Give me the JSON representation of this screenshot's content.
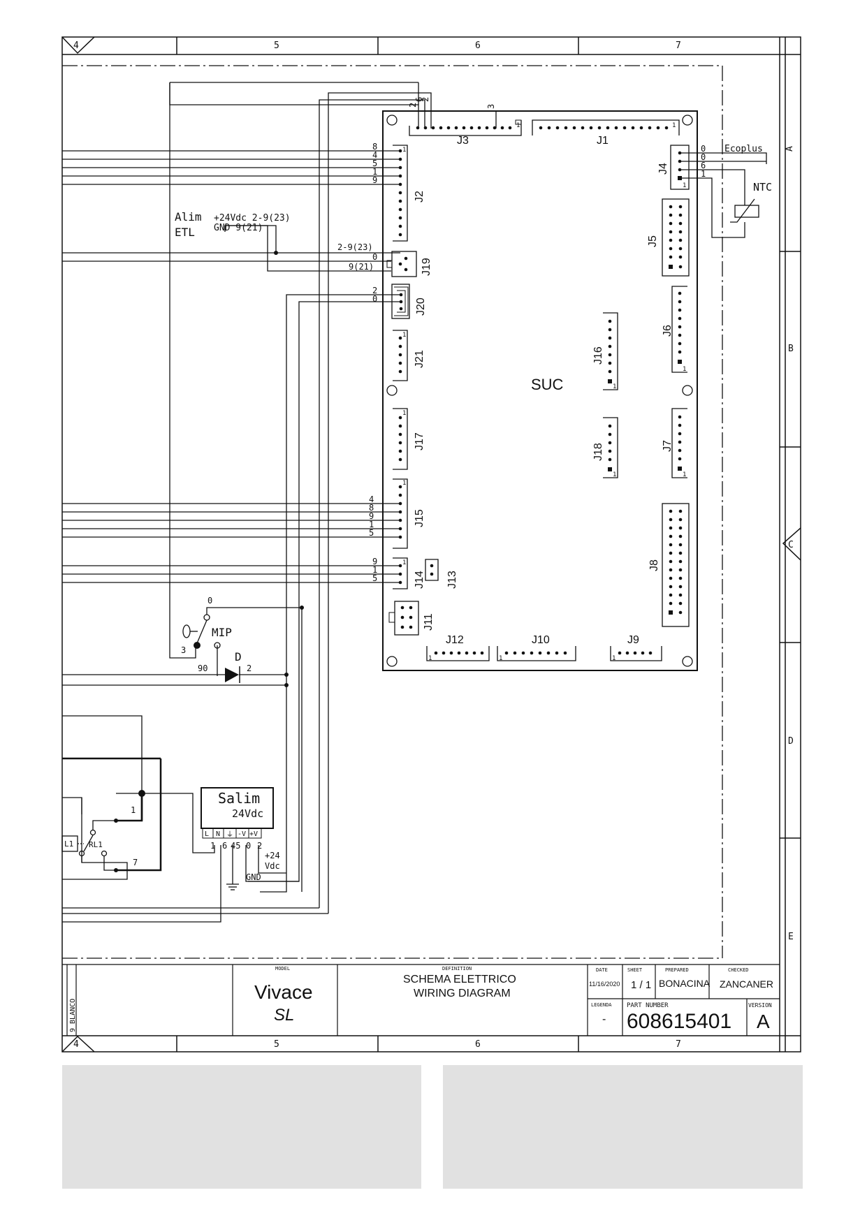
{
  "frame": {
    "col_labels_top": [
      "4",
      "5",
      "6",
      "7"
    ],
    "col_labels_bottom": [
      "4",
      "5",
      "6",
      "7"
    ],
    "row_labels": [
      "A",
      "B",
      "C",
      "D",
      "E"
    ],
    "side_strip": [
      "9 BLANCO"
    ]
  },
  "board": {
    "label": "SUC",
    "connectors": [
      "J1",
      "J2",
      "J3",
      "J4",
      "J5",
      "J6",
      "J7",
      "J8",
      "J9",
      "J10",
      "J11",
      "J12",
      "J13",
      "J14",
      "J15",
      "J16",
      "J17",
      "J18",
      "J19",
      "J20",
      "J21"
    ],
    "pin_one_marker": "1"
  },
  "wires": {
    "j3_top_numbers": [
      "2",
      "6",
      "2",
      "3"
    ],
    "j2_wires": [
      "8",
      "4",
      "5",
      "1",
      "9"
    ],
    "j4_wires": [
      "0",
      "0",
      "6",
      "1"
    ],
    "j19_wires": [
      "2-9(23)",
      "0",
      "9(21)"
    ],
    "j20_wires": [
      "2",
      "0"
    ],
    "j15_wires": [
      "4",
      "8",
      "9",
      "1",
      "5"
    ],
    "j14_wires": [
      "9",
      "1",
      "5"
    ]
  },
  "components": {
    "ecoplus": "Ecoplus",
    "ntc": "NTC",
    "alim_title": "Alim",
    "alim_sub": "ETL",
    "alim_line1": "+24Vdc 2-9(23)",
    "alim_line2": "GND 9(21)",
    "mip": "MIP",
    "mip_pin_top": "0",
    "mip_pin_left": "3",
    "diode": "D",
    "diode_in": "90",
    "diode_out": "2",
    "relay_coil": "L1",
    "relay_contact": "RL1",
    "relay_pin_top": "1",
    "relay_pin_bottom": "7",
    "salim_title": "Salim",
    "salim_voltage": "24Vdc",
    "salim_terminals": [
      "L",
      "N",
      "⏚",
      "-V",
      "+V"
    ],
    "salim_wire_numbers": [
      "1",
      "6",
      "45",
      "0",
      "2"
    ],
    "vdc_label_1": "+24",
    "vdc_label_2": "Vdc",
    "gnd_label": "GND"
  },
  "title_block": {
    "model_caption": "MODEL",
    "model_name": "Vivace",
    "model_variant": "SL",
    "definition_caption": "DEFINITION",
    "definition_line1": "SCHEMA ELETTRICO",
    "definition_line2": "WIRING DIAGRAM",
    "date_caption": "DATE",
    "date": "11/16/2020",
    "sheet_caption": "SHEET",
    "sheet": "1 / 1",
    "prepared_caption": "PREPARED",
    "prepared": "BONACINA",
    "checked_caption": "CHECKED",
    "checked": "ZANCANER",
    "legenda_caption": "LEGENDA",
    "legenda": "-",
    "part_caption": "PART NUMBER",
    "part_number": "608615401",
    "version_caption": "VERSION",
    "version": "A"
  }
}
